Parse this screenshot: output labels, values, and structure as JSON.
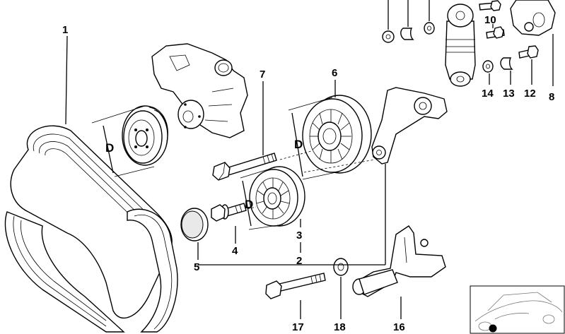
{
  "diagram": {
    "dimension_label": "D",
    "parts": [
      {
        "key": "p1",
        "label": "1",
        "name": "Ribbed V-belt"
      },
      {
        "key": "p2",
        "label": "2",
        "name": "Idler roller assembly group"
      },
      {
        "key": "p3",
        "label": "3",
        "name": "Deflection pulley"
      },
      {
        "key": "p4",
        "label": "4",
        "name": "Hex bolt with washer"
      },
      {
        "key": "p5",
        "label": "5",
        "name": "Protection cap"
      },
      {
        "key": "p6",
        "label": "6",
        "name": "Tensioner pulley"
      },
      {
        "key": "p7",
        "label": "7",
        "name": "Hex bolt"
      },
      {
        "key": "p8",
        "label": "8",
        "name": "Bracket"
      },
      {
        "key": "p10",
        "label": "10",
        "name": "Hex bolt"
      },
      {
        "key": "p12",
        "label": "12",
        "name": "Hex bolt"
      },
      {
        "key": "p13",
        "label": "13",
        "name": "Spacer sleeve"
      },
      {
        "key": "p14",
        "label": "14",
        "name": "Washer"
      },
      {
        "key": "p16",
        "label": "16",
        "name": "Holder"
      },
      {
        "key": "p17",
        "label": "17",
        "name": "Hex bolt"
      },
      {
        "key": "p18",
        "label": "18",
        "name": "Washer"
      }
    ]
  }
}
